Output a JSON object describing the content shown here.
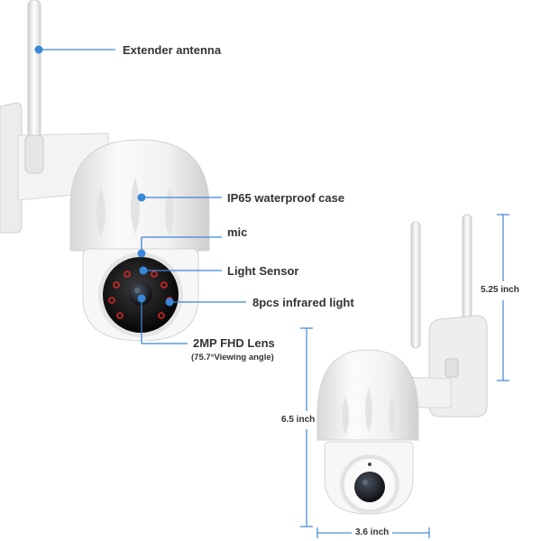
{
  "colors": {
    "accent": "#3a86d8",
    "dimension_line": "#4f8fd6",
    "ir_led": "#d8262a",
    "housing": "#f2f2f2",
    "lens": "#111111"
  },
  "callouts": {
    "antenna": "Extender antenna",
    "case": "IP65 waterproof case",
    "mic": "mic",
    "light_sensor": "Light Sensor",
    "infrared": "8pcs infrared light",
    "lens": "2MP FHD Lens",
    "lens_detail": "(75.7°Viewing angle)"
  },
  "dimensions": {
    "depth": "5.25 inch",
    "height": "6.5 inch",
    "width": "3.6 inch"
  }
}
